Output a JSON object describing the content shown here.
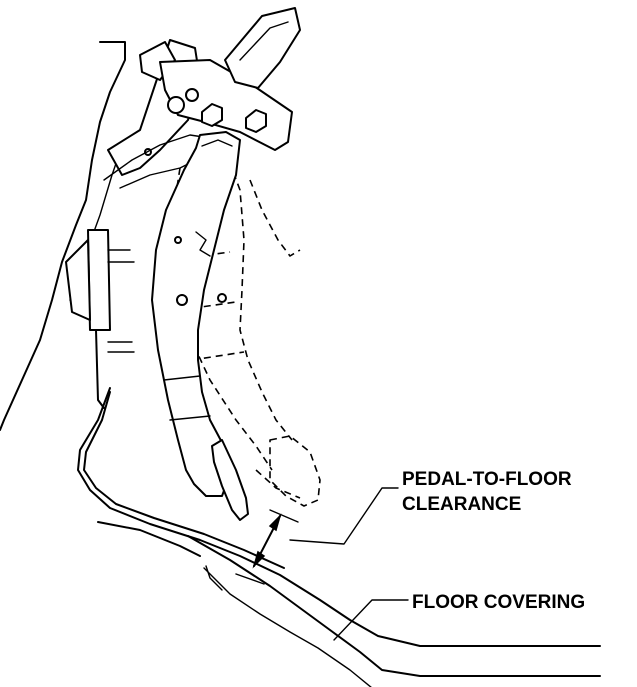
{
  "labels": {
    "pedal_to_floor_line1": "PEDAL-TO-FLOOR",
    "pedal_to_floor_line2": "CLEARANCE",
    "floor_covering": "FLOOR COVERING"
  },
  "colors": {
    "ink": "#000000",
    "background": "#ffffff"
  }
}
